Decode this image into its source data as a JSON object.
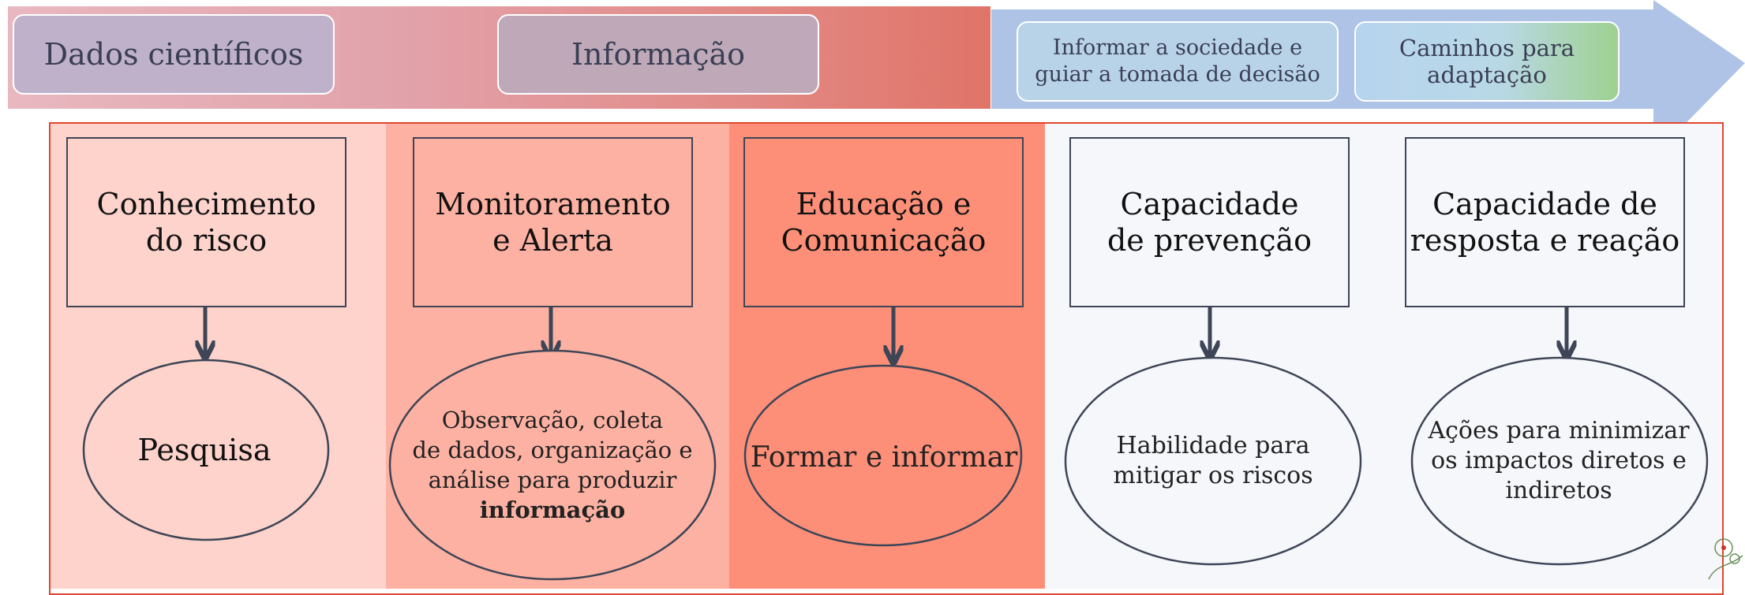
{
  "top": {
    "dados": "Dados científicos",
    "informacao": "Informação",
    "sociedade_l1": "Informar a sociedade e",
    "sociedade_l2": "guiar a tomada de decisão",
    "caminhos_l1": "Caminhos para",
    "caminhos_l2": "adaptação"
  },
  "columns": [
    {
      "title_l1": "Conhecimento",
      "title_l2": "do risco",
      "oval": "Pesquisa"
    },
    {
      "title_l1": "Monitoramento",
      "title_l2": "e Alerta",
      "oval_l1": "Observação, coleta",
      "oval_l2": "de dados, organização e",
      "oval_l3": "análise para produzir",
      "oval_l4": "informação"
    },
    {
      "title_l1": "Educação e",
      "title_l2": "Comunicação",
      "oval": "Formar e informar"
    },
    {
      "title_l1": "Capacidade",
      "title_l2": "de prevenção",
      "oval_l1": "Habilidade para",
      "oval_l2": "mitigar os riscos"
    },
    {
      "title_l1": "Capacidade de",
      "title_l2": "resposta e reação",
      "oval_l1": "Ações para minimizar",
      "oval_l2": "os impactos diretos e",
      "oval_l3": "indiretos"
    }
  ],
  "colors": {
    "frame": "#e0462e",
    "arrow": "#aec3e6",
    "connector": "#3d4556",
    "col1": "#fdd3cb",
    "col2": "#fdb1a2",
    "col3": "#fd8f78",
    "col4": "#f6f7fb"
  }
}
